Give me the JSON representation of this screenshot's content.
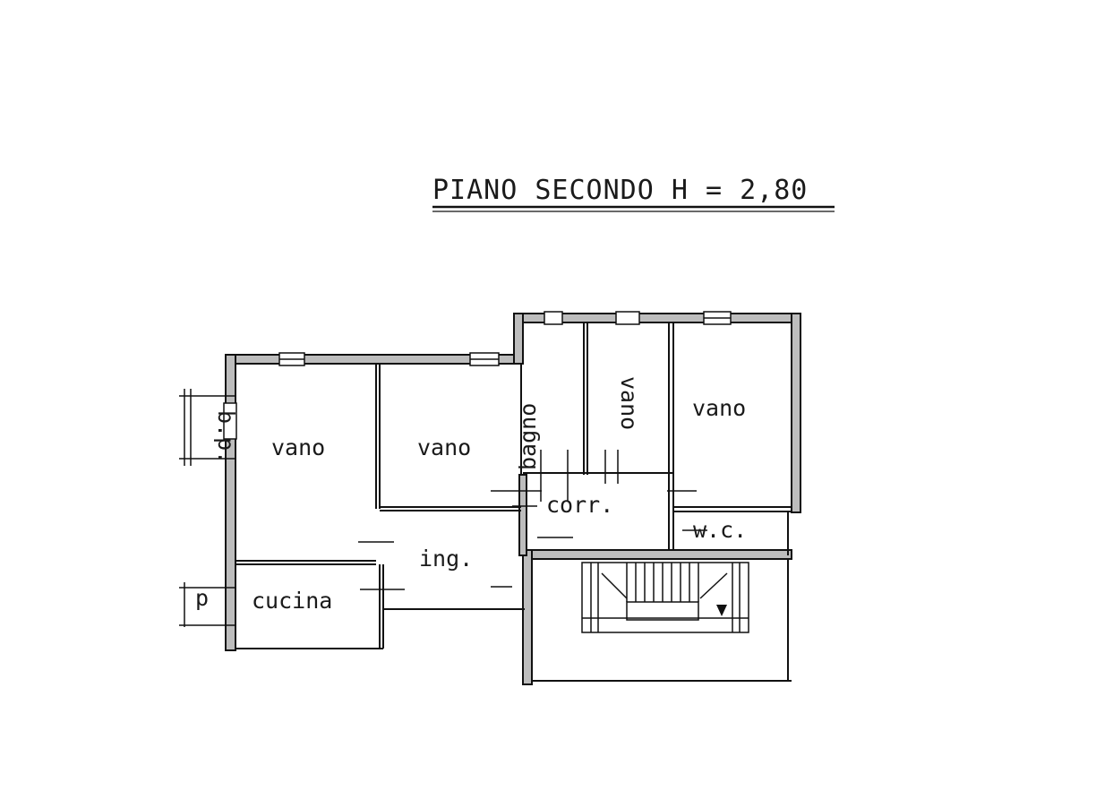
{
  "title": "PIANO SECONDO H = 2,80",
  "rooms": {
    "vano_1": "vano",
    "vano_2": "vano",
    "bagno": "bagno",
    "vano_3": "vano",
    "vano_4": "vano",
    "corr": "corr.",
    "wc": "w.c.",
    "ing": "ing.",
    "cucina": "cucina"
  },
  "side_marks": {
    "balcony": "b.p.",
    "p": "p"
  }
}
